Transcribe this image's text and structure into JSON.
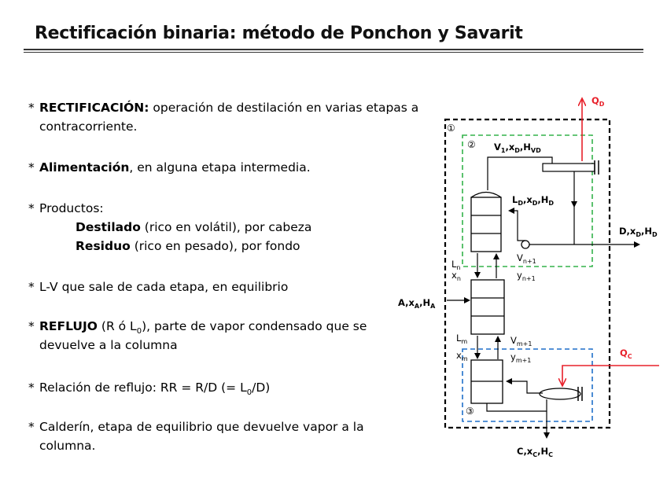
{
  "title": "Rectificación binaria: método de Ponchon y Savarit",
  "bullets": {
    "star": "*",
    "b1_bold": "RECTIFICACIÓN:",
    "b1_rest": " operación de destilación en varias etapas a",
    "b1_line2": "contracorriente.",
    "b2_bold": "Alimentación",
    "b2_rest": ", en alguna etapa intermedia.",
    "b3": "Productos:",
    "b3_sub1_bold": "Destilado",
    "b3_sub1_rest": " (rico en volátil), por cabeza",
    "b3_sub2_bold": "Residuo",
    "b3_sub2_rest": " (rico en pesado), por fondo",
    "b4": "L-V que sale de cada etapa, en equilibrio",
    "b5_bold": "REFLUJO",
    "b5_mid": " (R ó L",
    "b5_sub": "0",
    "b5_rest": "), parte de vapor condensado que se",
    "b5_line2": "devuelve a la columna",
    "b6_a": "Relación de reflujo: RR = R/D (= L",
    "b6_sub": "0",
    "b6_b": "/D)",
    "b7": "Calderín, etapa de equilibrio que devuelve vapor a la",
    "b7_line2": "columna."
  },
  "diagram": {
    "colors": {
      "outer": "#000000",
      "top_box": "#33b24a",
      "bottom_box": "#1f6fc9",
      "heat": "#e8202a"
    },
    "labels": {
      "circle1": "①",
      "circle2": "②",
      "circle3": "③",
      "QD": "Q",
      "QD_sub": "D",
      "QC": "Q",
      "QC_sub": "C",
      "V1": "V",
      "V1_s": "1",
      "V1_b": ",x",
      "V1_bs": "D",
      "V1_c": ",H",
      "V1_cs": "VD",
      "LD": "L",
      "LD_s": "D",
      "LD_b": ",x",
      "LD_bs": "D",
      "LD_c": ",H",
      "LD_cs": "D",
      "D": "D,x",
      "D_s": "D",
      "D_b": ",H",
      "D_bs": "D",
      "Vn1": "V",
      "Vn1_s": "n+1",
      "yn1": "y",
      "yn1_s": "n+1",
      "Ln": "L",
      "Ln_s": "n",
      "xn": "x",
      "xn_s": "n",
      "A": "A,x",
      "A_s": "A",
      "A_b": ",H",
      "A_bs": "A",
      "Lm": "L",
      "Lm_s": "m",
      "Vm1": "V",
      "Vm1_s": "m+1",
      "xm": "x",
      "xm_s": "m",
      "ym1": "y",
      "ym1_s": "m+1",
      "C": "C,x",
      "C_s": "C",
      "C_b": ",H",
      "C_bs": "C"
    }
  }
}
